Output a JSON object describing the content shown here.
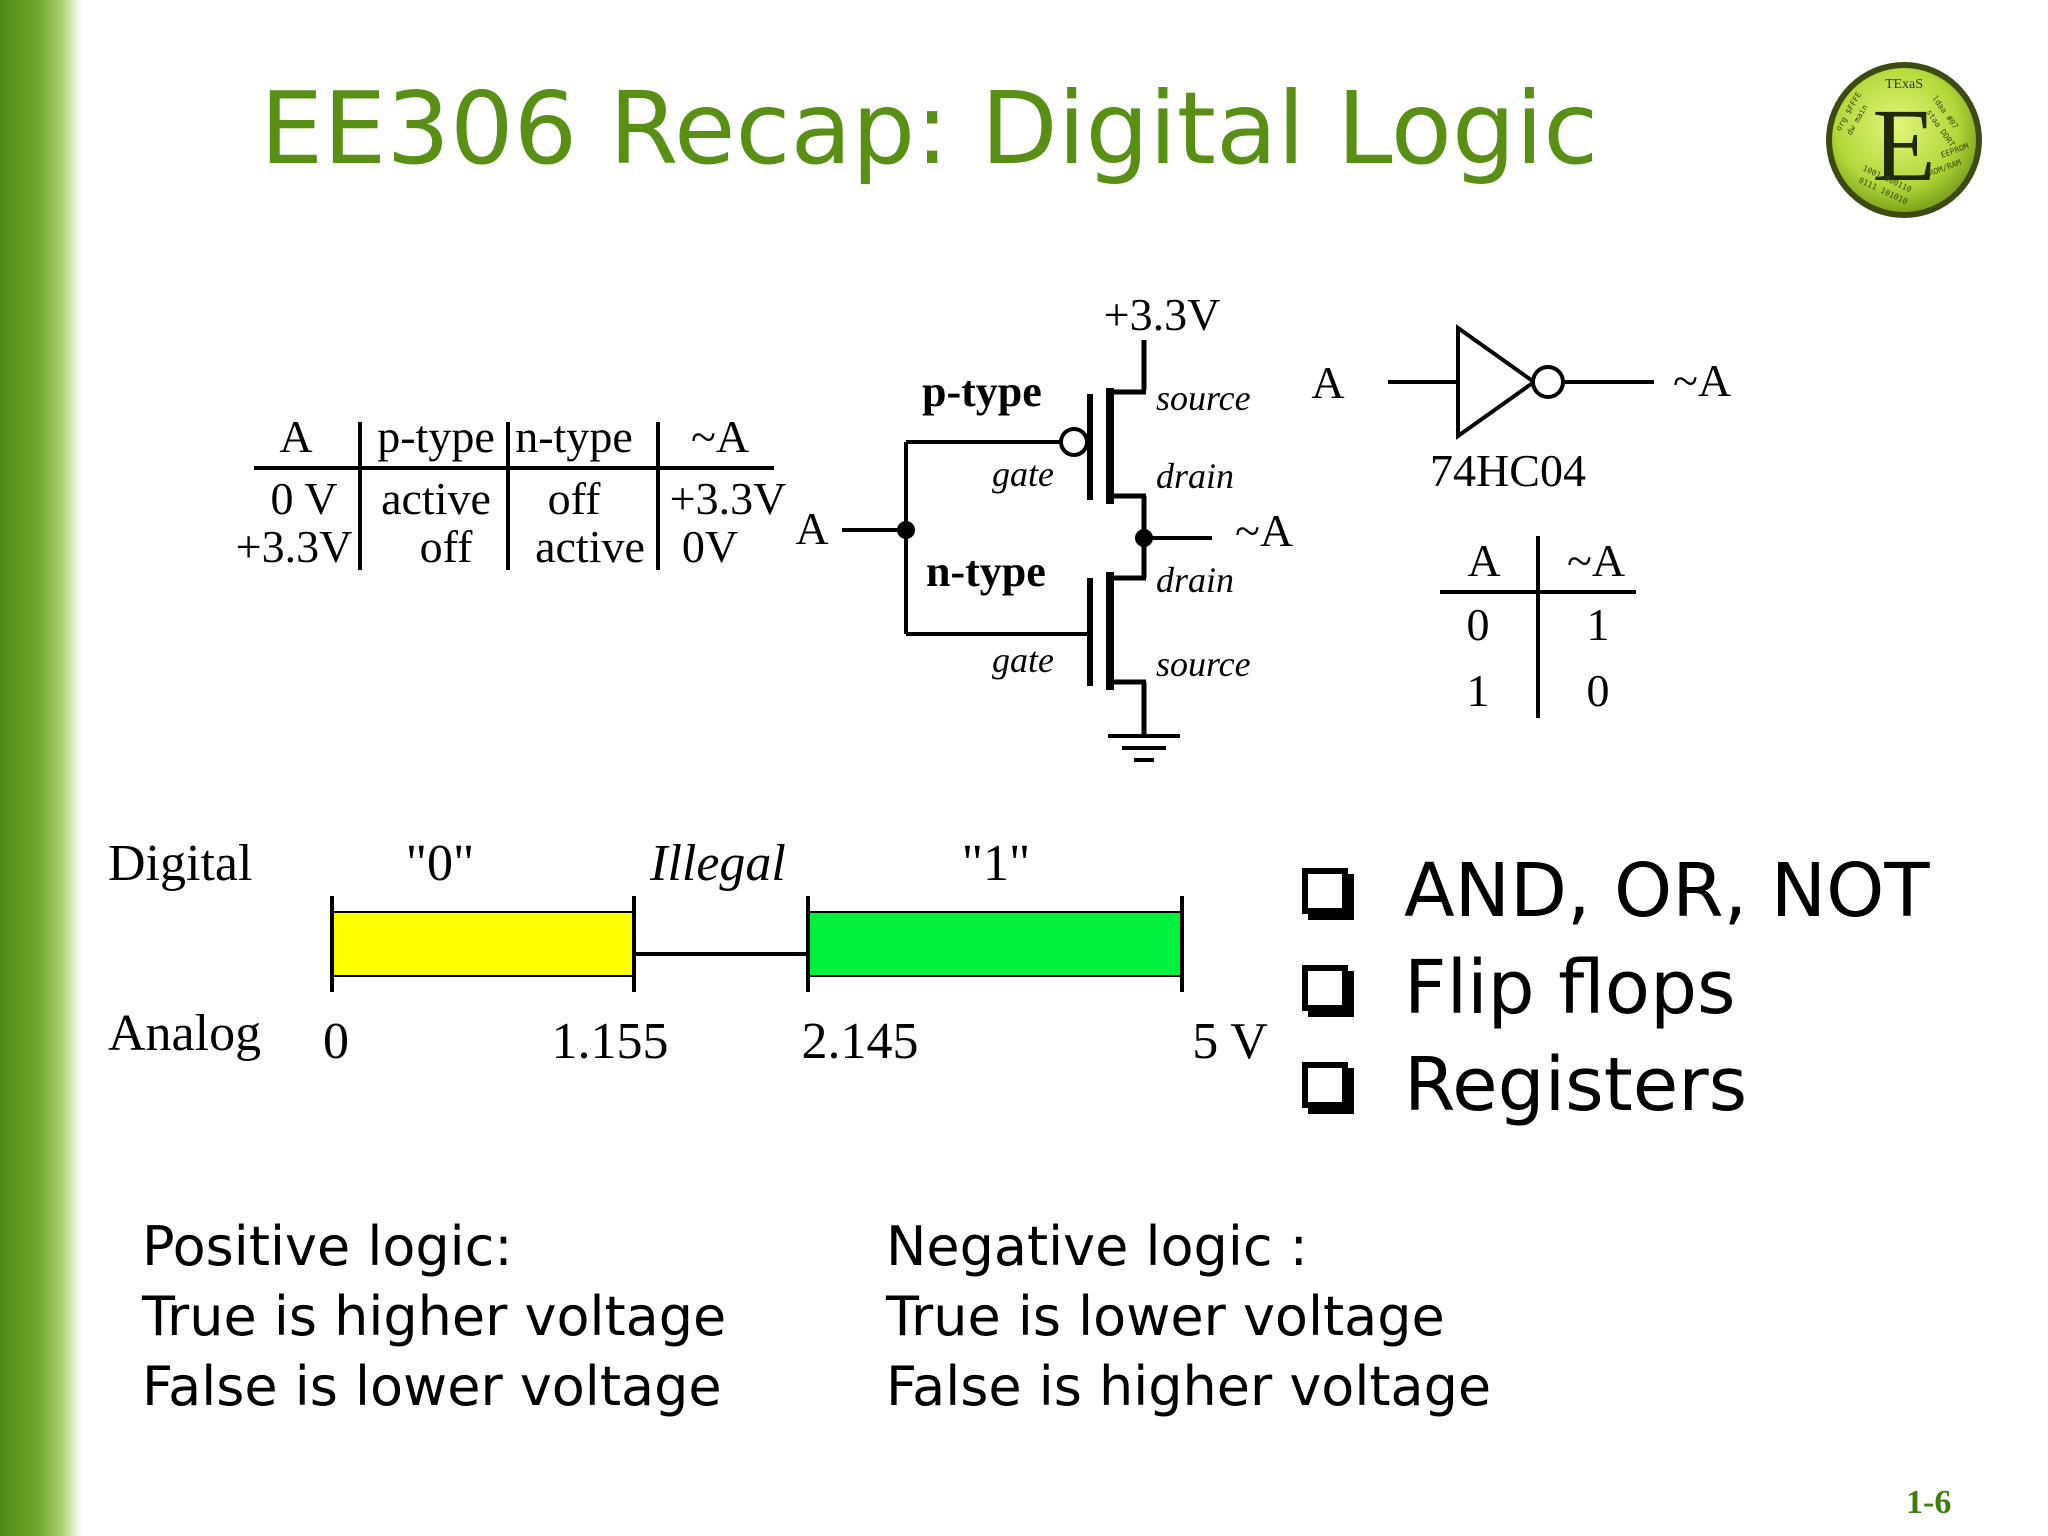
{
  "slide": {
    "title": "EE306 Recap: Digital Logic",
    "page_number": "1-6",
    "accent_color": "#5a8f16"
  },
  "logo": {
    "big_letter": "E",
    "ring_text": "TExaS",
    "code_lines": [
      "org $FFFE",
      "dw main",
      "ldaa #07",
      "staa DDRT",
      "1001 000110",
      "0111 101010",
      "ROM/RAM",
      "EEPROM"
    ]
  },
  "truth_table": {
    "headers": [
      "A",
      "p-type",
      "n-type",
      "~A"
    ],
    "rows": [
      [
        "0 V",
        "active",
        "off",
        "+3.3V"
      ],
      [
        "+3.3V",
        "off",
        "active",
        "0V"
      ]
    ]
  },
  "cmos": {
    "vdd": "+3.3V",
    "input": "A",
    "output": "~A",
    "p_label": "p-type",
    "n_label": "n-type",
    "p_source": "source",
    "p_drain": "drain",
    "p_gate": "gate",
    "n_drain": "drain",
    "n_source": "source",
    "n_gate": "gate"
  },
  "inverter": {
    "input": "A",
    "output": "~A",
    "part": "74HC04",
    "table_headers": [
      "A",
      "~A"
    ],
    "table_rows": [
      [
        "0",
        "1"
      ],
      [
        "1",
        "0"
      ]
    ]
  },
  "levels": {
    "row_digital": "Digital",
    "row_analog": "Analog",
    "zero_label": "\"0\"",
    "illegal_label": "Illegal",
    "one_label": "\"1\"",
    "zero_color": "#ffff00",
    "one_color": "#00f23c",
    "ticks": [
      "0",
      "1.155",
      "2.145",
      "5 V"
    ]
  },
  "bullets": [
    "AND, OR, NOT",
    "Flip flops",
    "Registers"
  ],
  "positive_logic": [
    "Positive logic:",
    "True is higher voltage",
    "False is lower voltage"
  ],
  "negative_logic": [
    "Negative logic :",
    "True is lower voltage",
    "False is higher voltage"
  ]
}
